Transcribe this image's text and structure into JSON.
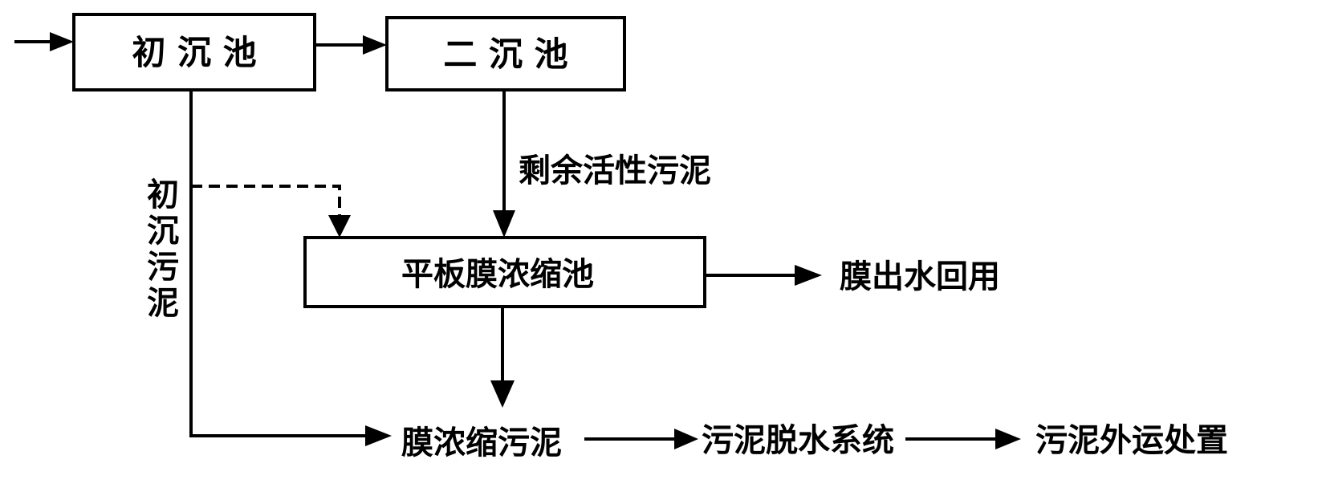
{
  "nodes": {
    "primary_clarifier": "初 沉 池",
    "secondary_clarifier": "二 沉 池",
    "flat_membrane_thickening_tank": "平板膜浓缩池",
    "membrane_effluent_reuse": "膜出水回用",
    "membrane_thickened_sludge": "膜浓缩污泥",
    "sludge_dewatering_system": "污泥脱水系统",
    "sludge_offsite_disposal": "污泥外运处置"
  },
  "edge_labels": {
    "excess_activated_sludge": "剩余活性污泥",
    "primary_sludge": [
      "初",
      "沉",
      "污",
      "泥"
    ]
  }
}
